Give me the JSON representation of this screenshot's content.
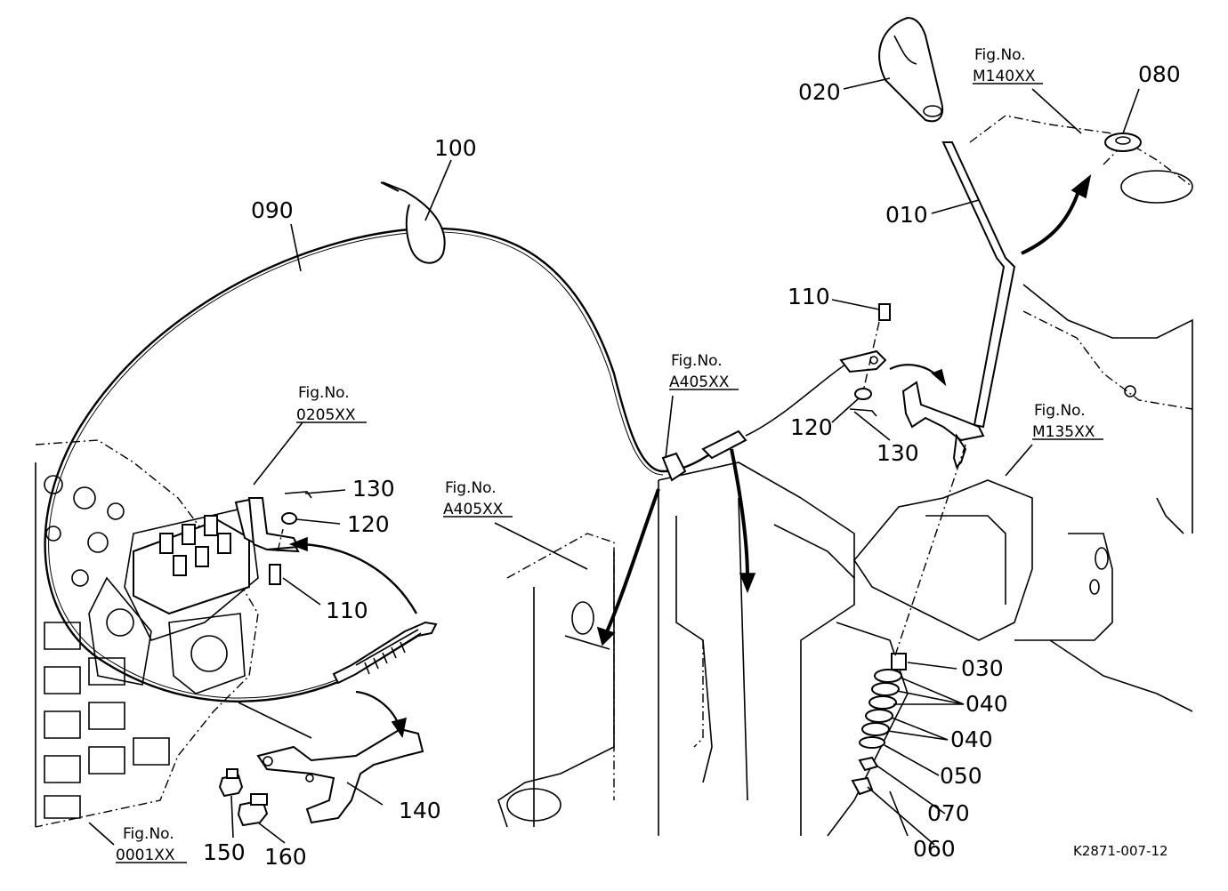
{
  "parts": {
    "p010": "010",
    "p020": "020",
    "p030": "030",
    "p040a": "040",
    "p040b": "040",
    "p050": "050",
    "p060": "060",
    "p070": "070",
    "p080": "080",
    "p090": "090",
    "p100": "100",
    "p110a": "110",
    "p110b": "110",
    "p120a": "120",
    "p120b": "120",
    "p130a": "130",
    "p130b": "130",
    "p140": "140",
    "p150": "150",
    "p160": "160"
  },
  "figrefs": {
    "m140": {
      "label": "Fig.No.",
      "code": "M140XX"
    },
    "m135": {
      "label": "Fig.No.",
      "code": "M135XX"
    },
    "a405a": {
      "label": "Fig.No.",
      "code": "A405XX"
    },
    "a405b": {
      "label": "Fig.No.",
      "code": "A405XX"
    },
    "f0205": {
      "label": "Fig.No.",
      "code": "0205XX"
    },
    "f0001": {
      "label": "Fig.No.",
      "code": "0001XX"
    }
  },
  "drawing_code": "K2871-007-12"
}
